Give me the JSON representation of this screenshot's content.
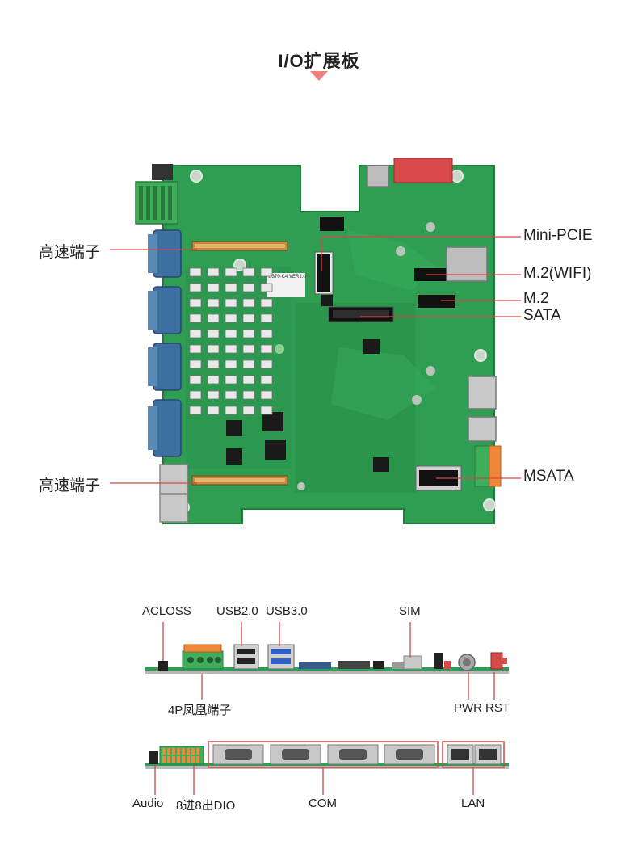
{
  "title": "I/O扩展板",
  "board": {
    "silkscreen_model": "G370-C4 VER1.0"
  },
  "top_labels": {
    "high_speed_top": "高速端子",
    "high_speed_bottom": "高速端子",
    "mini_pcie": "Mini-PCIE",
    "m2_wifi": "M.2(WIFI)",
    "m2": "M.2",
    "sata": "SATA",
    "msata": "MSATA"
  },
  "side_view_1": {
    "acloss": "ACLOSS",
    "usb2": "USB2.0",
    "usb3": "USB3.0",
    "sim": "SIM",
    "phoenix": "4P凤凰端子",
    "pwr": "PWR",
    "rst": "RST"
  },
  "side_view_2": {
    "audio": "Audio",
    "dio": "8进8出DIO",
    "com": "COM",
    "lan": "LAN"
  },
  "colors": {
    "pcb_green": "#2f9e52",
    "leader_red": "#d64545",
    "db9_blue": "#3d6fa0",
    "terminal_green": "#3fae5a",
    "terminal_orange": "#f0883a"
  }
}
